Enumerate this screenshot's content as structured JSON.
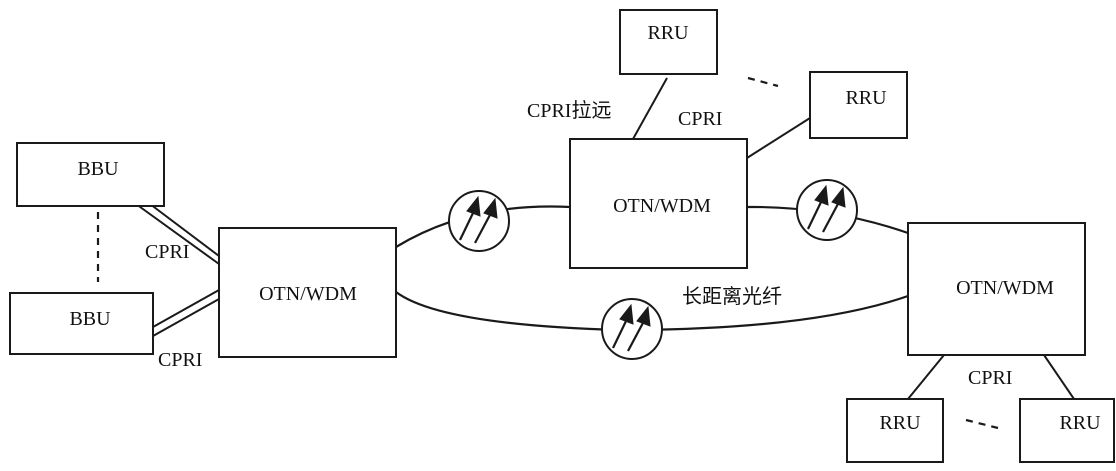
{
  "nodes": {
    "bbu_top": "BBU",
    "bbu_bottom": "BBU",
    "otn_left": "OTN/WDM",
    "otn_top": "OTN/WDM",
    "otn_right": "OTN/WDM",
    "rru_top_left": "RRU",
    "rru_top_right": "RRU",
    "rru_bottom_left": "RRU",
    "rru_bottom_right": "RRU"
  },
  "labels": {
    "cpri_bbu_top": "CPRI",
    "cpri_bbu_bottom": "CPRI",
    "cpri_remote": "CPRI拉远",
    "cpri_top": "CPRI",
    "cpri_bottom": "CPRI",
    "long_fiber": "长距离光纤"
  },
  "icons": {
    "amplifier": "optical-amplifier-icon"
  }
}
